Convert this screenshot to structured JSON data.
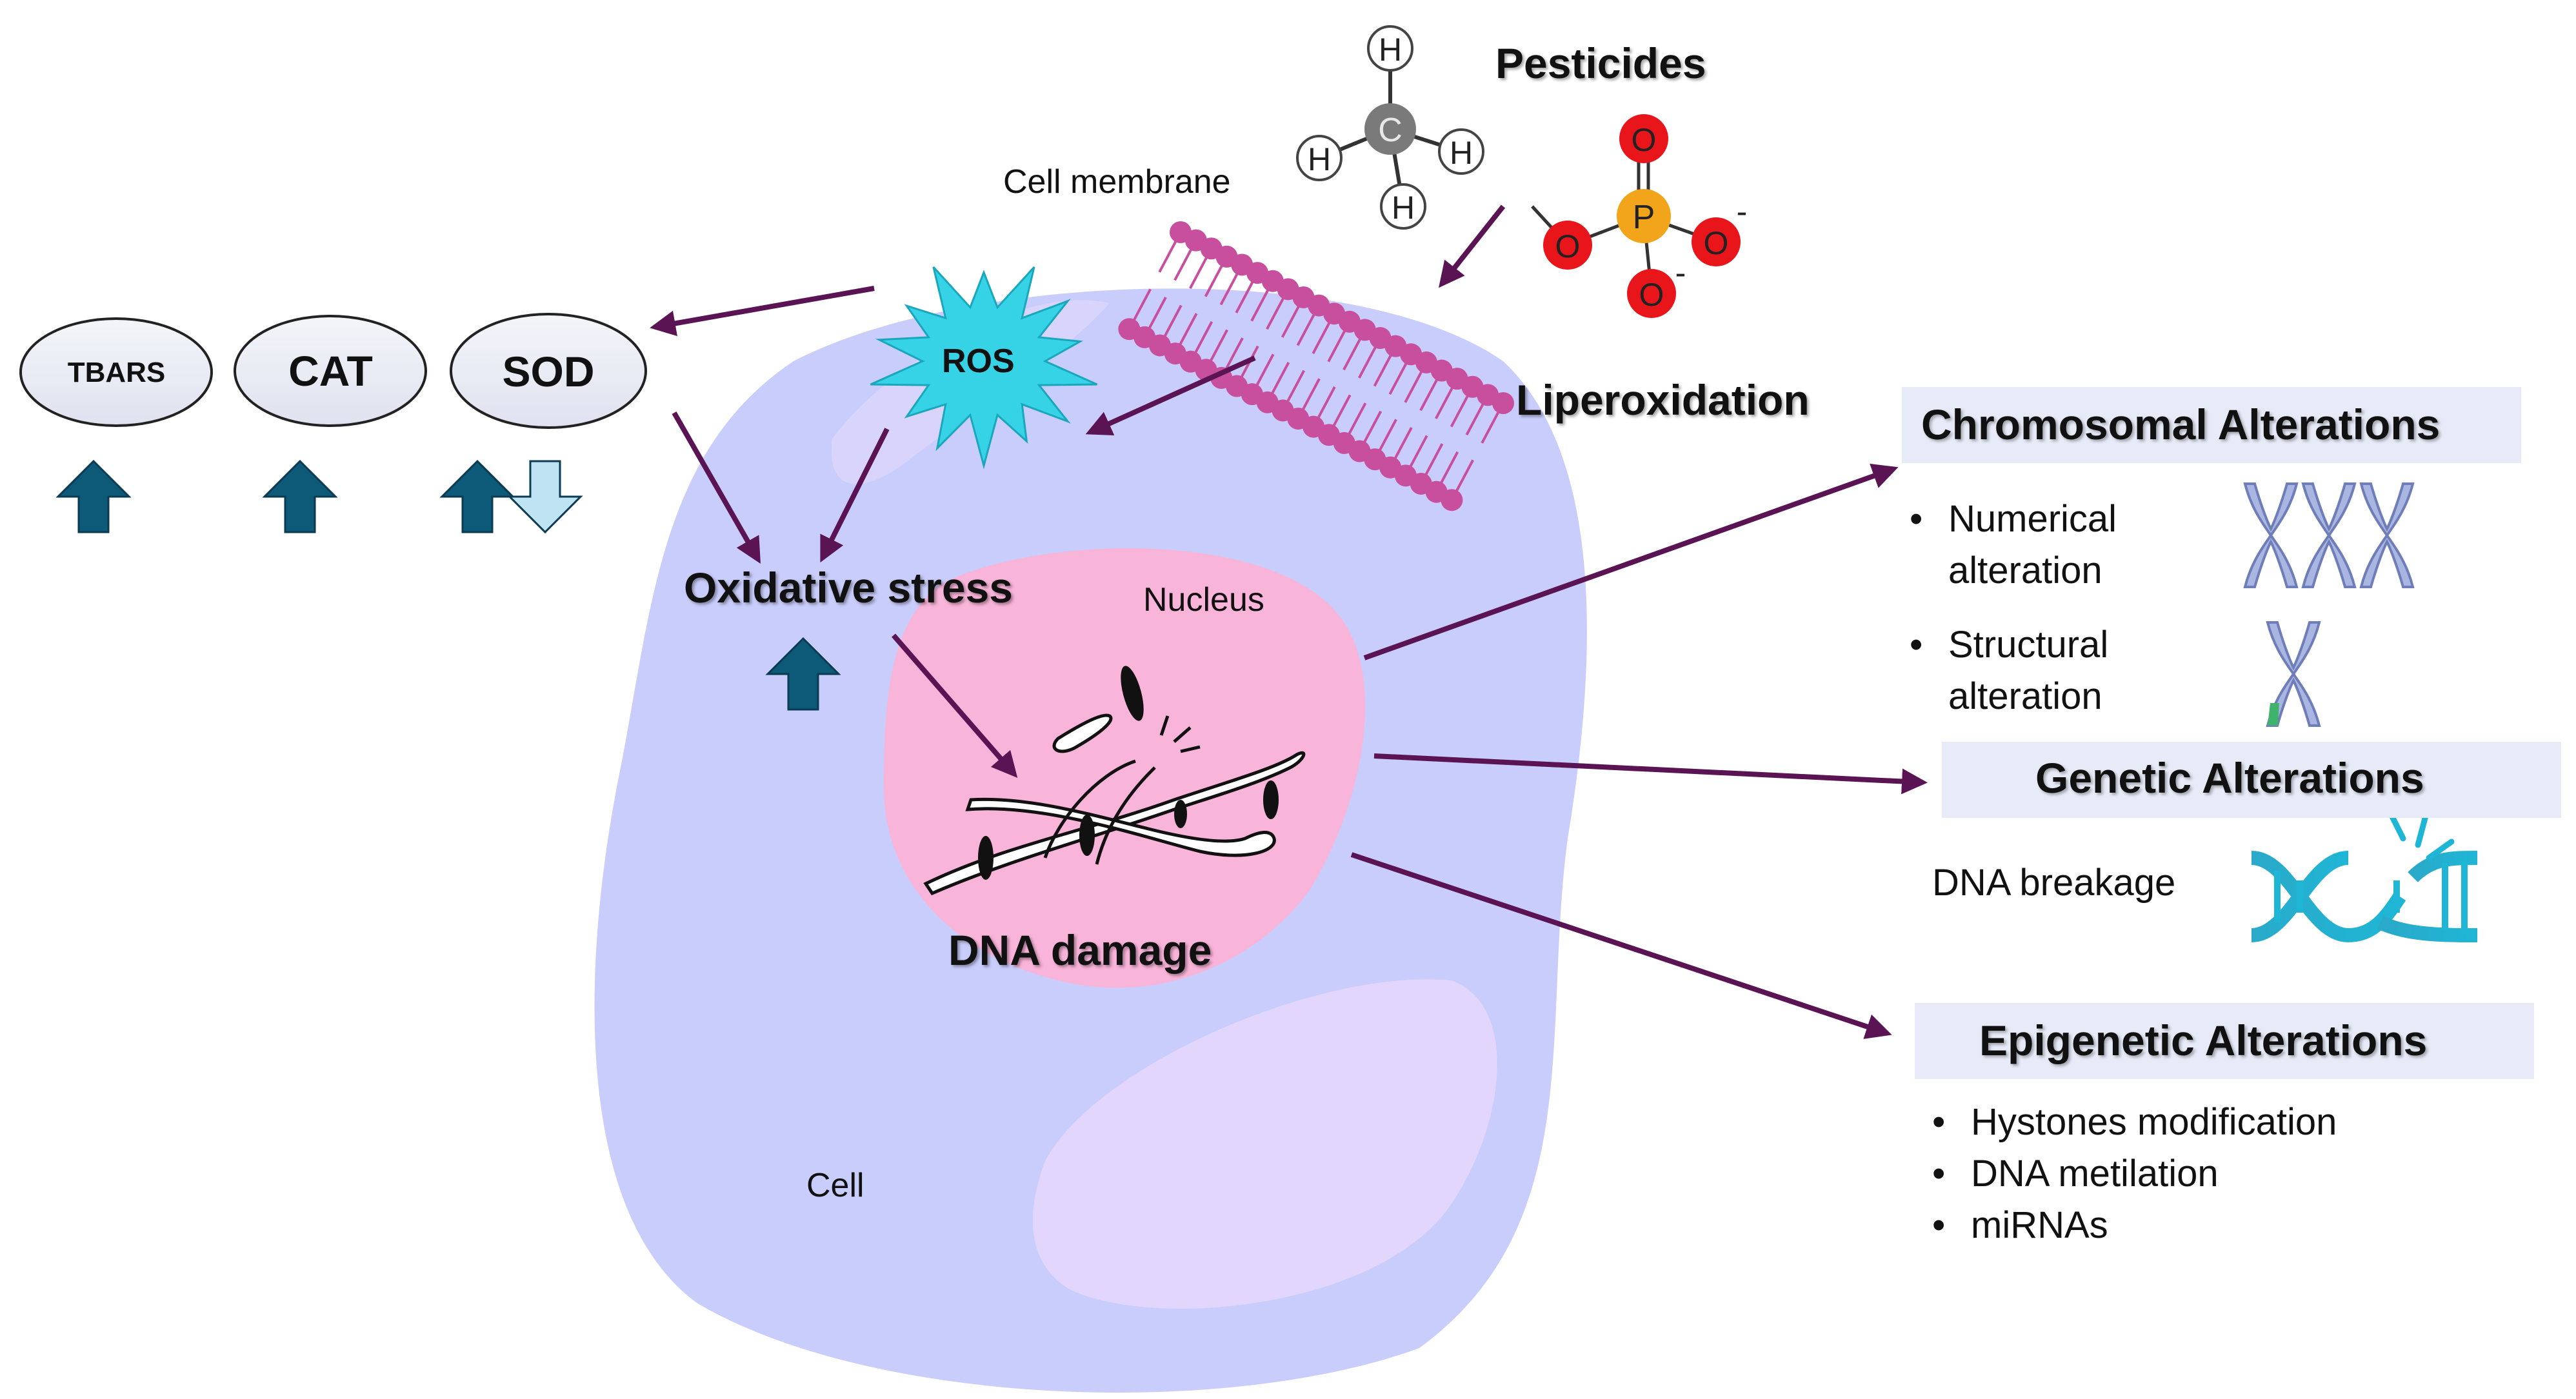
{
  "colors": {
    "cell_fill": "#c9cdfb",
    "nucleus_fill": "#f9b4d9",
    "ros_fill": "#36d2e6",
    "arrow": "#5a1454",
    "up_arrow": "#0d5a78",
    "down_arrow": "#bfe3f2",
    "panel_bg": "#e6ebf7",
    "membrane": "#c84f9e",
    "oxygen": "#e8161b",
    "phosphorus": "#f2a51a",
    "carbon": "#7a7a7a"
  },
  "labels": {
    "pesticides": "Pesticides",
    "cell_membrane": "Cell membrane",
    "liperoxidation": "Liperoxidation",
    "ros": "ROS",
    "oxidative_stress": "Oxidative stress",
    "nucleus": "Nucleus",
    "dna_damage": "DNA damage",
    "cell": "Cell"
  },
  "molecule": {
    "carbon": "C",
    "hydrogens": [
      "H",
      "H",
      "H",
      "H"
    ],
    "phosphorus": "P",
    "oxygens": [
      "O",
      "O",
      "O",
      "O"
    ],
    "charge": "-"
  },
  "enzymes": [
    {
      "name": "TBARS",
      "arrows": [
        "up"
      ]
    },
    {
      "name": "CAT",
      "arrows": [
        "up"
      ]
    },
    {
      "name": "SOD",
      "arrows": [
        "up",
        "down"
      ]
    }
  ],
  "oxidative_stress_trend": "up",
  "chromosomal": {
    "title": "Chromosomal Alterations",
    "items": [
      {
        "line1": "Numerical",
        "line2": "alteration",
        "icon": "chromosomes-icon"
      },
      {
        "line1": "Structural",
        "line2": "alteration",
        "icon": "chromosome-icon"
      }
    ]
  },
  "genetic": {
    "title": "Genetic Alterations",
    "item": "DNA breakage",
    "icon": "dna-break-icon"
  },
  "epigenetic": {
    "title": "Epigenetic Alterations",
    "items": [
      "Hystones modification",
      "DNA metilation",
      "miRNAs"
    ]
  }
}
